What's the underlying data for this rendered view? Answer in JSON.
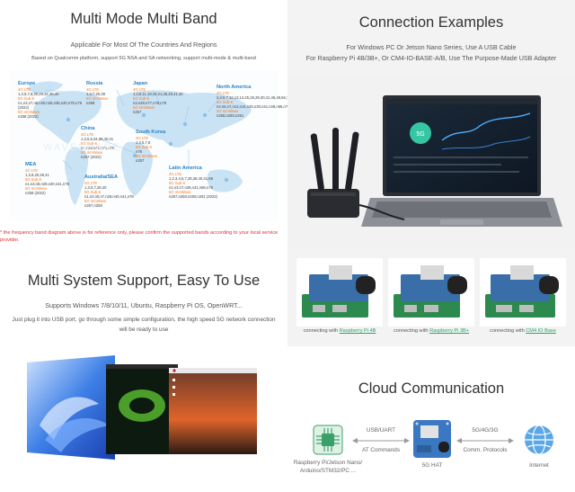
{
  "band_panel": {
    "title": "Multi Mode Multi Band",
    "subtitle": "Applicable For Most Of The Countries And Regions",
    "description": "Based on Qualcomm platform, support 5G NSA and SA networking, support multi-mode & multi-band",
    "watermark": "WAVESHARE",
    "regions": [
      {
        "name": "Europe",
        "lte": "4G LTE",
        "lte_bands": "1,3,5,7,8,20,28,32,38,40",
        "sa": "5G Sub-6",
        "sa_bands": "n1,n3,n7,n8,n20,n28,n38,n40,n75,n76 (2022)",
        "mmw": "5G mmWave",
        "mmw_bands": "n258 (2022)"
      },
      {
        "name": "Russia",
        "lte": "4G LTE",
        "lte_bands": "1,3,7,20,38",
        "sa": "5G mmWave",
        "sa_bands": "n258",
        "mmw": "",
        "mmw_bands": ""
      },
      {
        "name": "Japan",
        "lte": "4G LTE",
        "lte_bands": "1,3,8,11,18,19,21,26,28,41,42",
        "sa": "5G Sub-6",
        "sa_bands": "n3,n28,n77,n78,n79",
        "mmw": "5G mmWave",
        "mmw_bands": "n257"
      },
      {
        "name": "North America",
        "lte": "4G LTE",
        "lte_bands": "2,4,5,7,12,13,14,25,26,29,30,41,46,48,66,71",
        "sa": "5G Sub-6",
        "sa_bands": "n2,n5,n7,n12,n14,n25,n30,n41,n48,n66,n70,n71,n77,n78",
        "mmw": "5G mmWave",
        "mmw_bands": "n258,n260,n261"
      },
      {
        "name": "China",
        "lte": "4G LTE",
        "lte_bands": "1,3,5,8,34,39,40,41",
        "sa": "5G Sub-6",
        "sa_bands": "n1,n28,n41,n78,n79",
        "mmw": "5G mmWave",
        "mmw_bands": "n257 (2022)"
      },
      {
        "name": "South Korea",
        "lte": "4G LTE",
        "lte_bands": "1,3,5,7,8",
        "sa": "5G Sub-6",
        "sa_bands": "n78",
        "mmw": "5G mmWave",
        "mmw_bands": "n257"
      },
      {
        "name": "MEA",
        "lte": "4G LTE",
        "lte_bands": "1,3,8,20,28,41",
        "sa": "5G Sub-6",
        "sa_bands": "n1,n3,n8,n28,n40,n41,n78",
        "mmw": "5G mmWave",
        "mmw_bands": "n258 (2022)"
      },
      {
        "name": "Australia/SEA",
        "lte": "4G LTE",
        "lte_bands": "1,3,5,7,28,40",
        "sa": "5G Sub-6",
        "sa_bands": "n1,n3,n5,n7,n28,n40,n41,n78",
        "mmw": "5G mmWave",
        "mmw_bands": "n257,n258"
      },
      {
        "name": "Latin America",
        "lte": "4G LTE",
        "lte_bands": "1,2,3,4,5,7,28,38,40,41,66",
        "sa": "5G Sub-6",
        "sa_bands": "n1,n3,n7,n28,n41,n66,n78",
        "mmw": "5G mmWave",
        "mmw_bands": "n257,n258,n260,n261 (2022)"
      }
    ],
    "disclaimer": "* the frequency band diagram above is for reference only, please confirm the supported bands according to your local service provider."
  },
  "connection_panel": {
    "title": "Connection Examples",
    "line1": "For Windows PC Or Jetson Nano Series, Use A USB Cable",
    "line2": "For Raspberry Pi 4B/3B+, Or CM4-IO-BASE-A/B, Use The Purpose-Made USB Adapter",
    "screen_value": "5G"
  },
  "os_panel": {
    "title": "Multi System Support, Easy To Use",
    "line1": "Supports Windows 7/8/10/11, Ubuntu, Raspberry Pi OS, OpenWRT...",
    "line2": "Just plug it into USB port, go through some simple configuration, the high speed 5G network connection will be ready to use"
  },
  "boards": [
    {
      "prefix": "connecting with ",
      "link": "Raspberry Pi 4B"
    },
    {
      "prefix": "connecting with ",
      "link": "Raspberry Pi 3B+"
    },
    {
      "prefix": "connecting with ",
      "link": "CM4 IO Base"
    }
  ],
  "cloud_panel": {
    "title": "Cloud Communication",
    "host_label": "Raspberry Pi/Jetson Nano/ Arduino/STM32/PC ...",
    "link1_top": "USB/UART",
    "link1_bottom": "AT Commands",
    "hat_label": "5G HAT",
    "link2_top": "5G/4G/3G",
    "link2_bottom": "Comm. Protocols",
    "internet_label": "Internet"
  },
  "colors": {
    "region_name": "#2a83c7",
    "band_category": "#ff7a1a",
    "disclaimer": "#e23030",
    "board_link": "#29a36a",
    "panel_gray": "#f3f3f3"
  }
}
